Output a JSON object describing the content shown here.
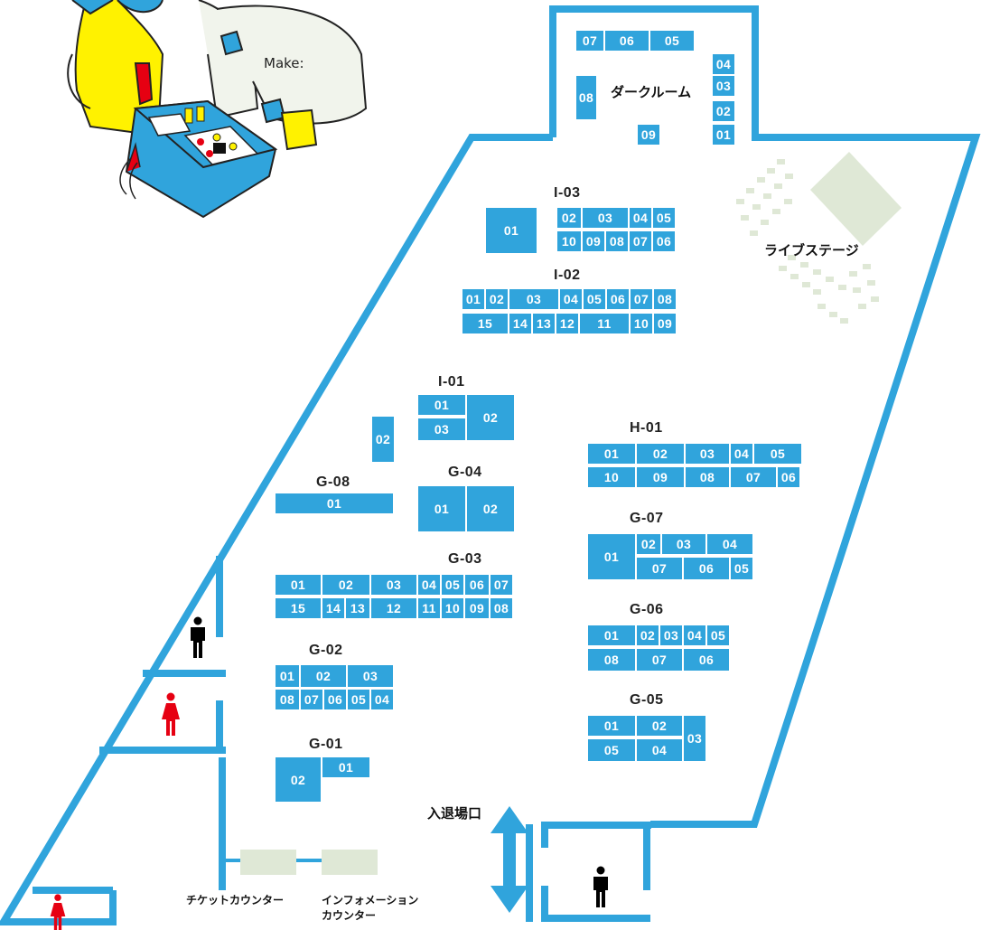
{
  "colors": {
    "wall": "#30a4dc",
    "booth": "#30a4dc",
    "booth_text": "#ffffff",
    "label": "#222222",
    "counter": "#dfe8d6",
    "restroom_male": "#000000",
    "restroom_female": "#e60012"
  },
  "labels": {
    "dark_room": "ダークルーム",
    "live_stage": "ライブステージ",
    "entrance": "入退場口",
    "ticket_counter": "チケットカウンター",
    "info_counter_line1": "インフォメーション",
    "info_counter_line2": "カウンター"
  },
  "icons": {
    "male": "male-restroom-icon",
    "female": "female-restroom-icon",
    "arrow": "double-arrow-icon",
    "illustration": "makers-illustration"
  },
  "illustration": {
    "shirt_text": "Make:"
  },
  "groups": {
    "i03": "I-03",
    "i02": "I-02",
    "i01": "I-01",
    "h01": "H-01",
    "g08": "G-08",
    "g04": "G-04",
    "g07": "G-07",
    "g03": "G-03",
    "g06": "G-06",
    "g02": "G-02",
    "g05": "G-05",
    "g01": "G-01"
  },
  "booths": {
    "dark": {
      "b07": "07",
      "b06": "06",
      "b05": "05",
      "b04": "04",
      "b03": "03",
      "b02": "02",
      "b01": "01",
      "b08": "08",
      "b09": "09"
    },
    "i03": {
      "big01": "01",
      "b02": "02",
      "b03": "03",
      "b04": "04",
      "b05": "05",
      "b10": "10",
      "b09": "09",
      "b08": "08",
      "b07": "07",
      "b06": "06"
    },
    "i02": {
      "b01": "01",
      "b02": "02",
      "b03": "03",
      "b04": "04",
      "b05": "05",
      "b06": "06",
      "b07": "07",
      "b08": "08",
      "b15": "15",
      "b14": "14",
      "b13": "13",
      "b12": "12",
      "b11": "11",
      "b10": "10",
      "b09": "09"
    },
    "i01": {
      "b01": "01",
      "b03": "03",
      "b02": "02",
      "side02": "02"
    },
    "h01": {
      "b01": "01",
      "b02": "02",
      "b03": "03",
      "b04": "04",
      "b05": "05",
      "b10": "10",
      "b09": "09",
      "b08": "08",
      "b07": "07",
      "b06": "06"
    },
    "g08": {
      "b01": "01"
    },
    "g04": {
      "b01": "01",
      "b02": "02"
    },
    "g07": {
      "b01": "01",
      "b02": "02",
      "b03": "03",
      "b04": "04",
      "b07": "07",
      "b06": "06",
      "b05": "05"
    },
    "g03": {
      "b01": "01",
      "b02": "02",
      "b03": "03",
      "b04": "04",
      "b05": "05",
      "b06": "06",
      "b07": "07",
      "b15": "15",
      "b14": "14",
      "b13": "13",
      "b12": "12",
      "b11": "11",
      "b10": "10",
      "b09": "09",
      "b08": "08"
    },
    "g06": {
      "b01": "01",
      "b02": "02",
      "b03": "03",
      "b04": "04",
      "b05": "05",
      "b08": "08",
      "b07": "07",
      "b06": "06"
    },
    "g02": {
      "b01": "01",
      "b02": "02",
      "b03": "03",
      "b08": "08",
      "b07": "07",
      "b06": "06",
      "b05": "05",
      "b04": "04"
    },
    "g05": {
      "b01": "01",
      "b02": "02",
      "b05": "05",
      "b04": "04",
      "b03": "03"
    },
    "g01": {
      "b02": "02",
      "b01": "01"
    }
  }
}
